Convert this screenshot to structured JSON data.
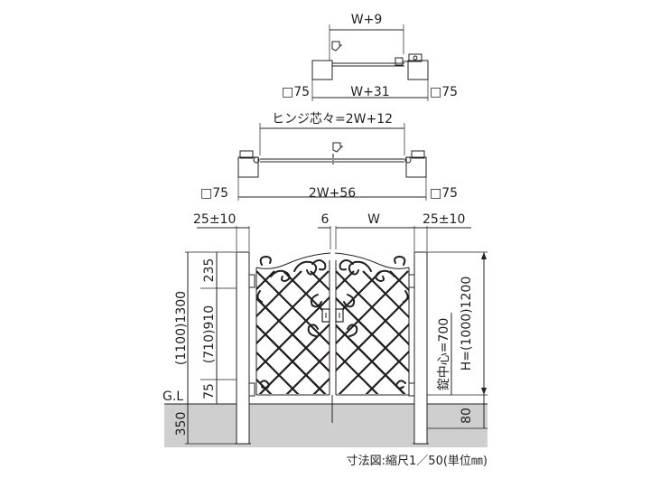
{
  "plan_top": {
    "dim_opening": "W+9",
    "dim_post_left": "□75",
    "dim_overall": "W+31",
    "dim_post_right": "□75"
  },
  "plan_double": {
    "dim_hinge_centers": "ヒンジ芯々=2W+12",
    "dim_post_left": "□75",
    "dim_overall": "2W+56",
    "dim_post_right": "□75"
  },
  "elevation": {
    "dim_left_gap": "25±10",
    "dim_center_gap": "6",
    "dim_leaf_width": "W",
    "dim_right_gap": "25±10",
    "dim_top_post": "235",
    "dim_latch_height": "(710)910",
    "dim_bottom_clearance": "75",
    "dim_post_height": "(1100)1300",
    "dim_embed": "350",
    "ground_label": "G.L",
    "dim_lock_center": "錠中心=700",
    "dim_gate_height": "H=(1000)1200",
    "dim_right_embed": "80"
  },
  "caption": "寸法図:縮尺1／50(単位㎜)",
  "colors": {
    "line": "#231f20",
    "ground": "#cfcfcf"
  },
  "icons": [
    "swing-arrow-icon",
    "hinge-icon",
    "latch-icon"
  ]
}
